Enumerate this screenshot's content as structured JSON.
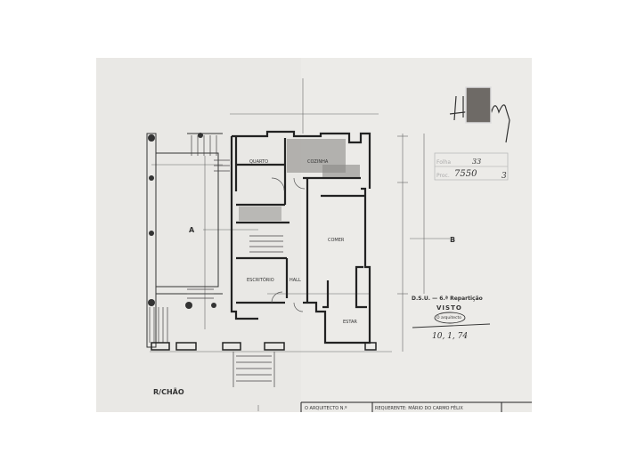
{
  "drawing": {
    "floor_label": "R/CHÃO",
    "section_markers": [
      "A",
      "B"
    ],
    "rooms": {
      "quarto": "QUARTO",
      "cozinha": "COZINHA",
      "escritorio": "ESCRITÓRIO",
      "hall": "HALL",
      "comer": "COMER",
      "estar": "ESTAR"
    }
  },
  "stamp_box": {
    "folha_label": "Folha",
    "folha_value": "33",
    "proc_label": "Proc.",
    "proc_value": "7550",
    "proc_suffix": "3"
  },
  "approval": {
    "department": "D.S.U. — 6.ª Repartição",
    "visto": "VISTO",
    "architect": "O arquitecto",
    "date": "10, 1, 74"
  },
  "title_block": {
    "architect_label": "O ARQUITECTO N.º",
    "applicant": "REQUERENTE:  MÁRIO DO CARMO FÉLIX"
  },
  "colors": {
    "paper": "#ecebe8",
    "ink": "#2b2b2b",
    "shade": "#9a9895"
  }
}
